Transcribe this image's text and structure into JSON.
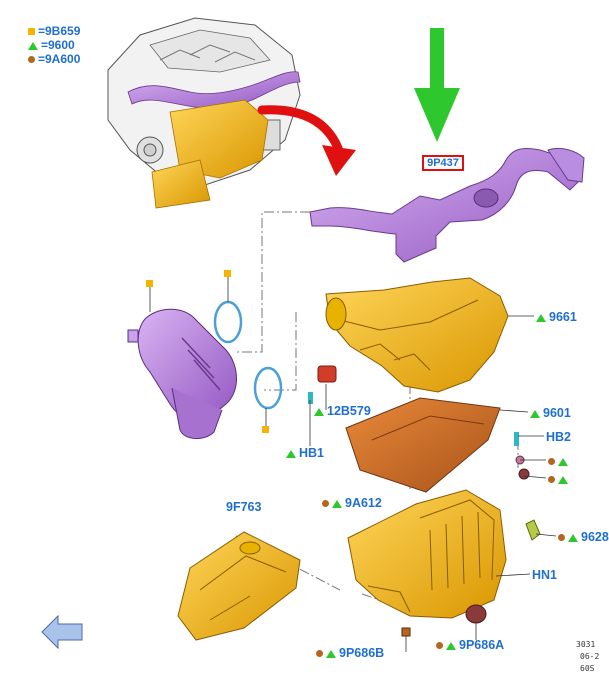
{
  "legend": [
    {
      "symbol": "square",
      "color": "#f6b400",
      "text": "=9B659"
    },
    {
      "symbol": "triangle",
      "color": "#2ec82e",
      "text": "=9600"
    },
    {
      "symbol": "circle",
      "color": "#b5651d",
      "text": "=9A600"
    }
  ],
  "highlighted_part": "9P437",
  "labels": {
    "p9661": "9661",
    "p12b579": "12B579",
    "hb1": "HB1",
    "p9601": "9601",
    "hb2": "HB2",
    "p9a612": "9A612",
    "p9f763": "9F763",
    "p9628": "9628",
    "hn1": "HN1",
    "p9p686a": "9P686A",
    "p9p686b": "9P686B"
  },
  "ref_codes": [
    "3031",
    "06-2",
    "60S"
  ],
  "colors": {
    "label_blue": "#1f6fd0",
    "part_yellow": "#f6b400",
    "part_purple": "#b07ad6",
    "filter_orange": "#c8681e",
    "arrow_green": "#2ec82e",
    "arrow_red": "#e01010",
    "highlight_box": "#e01010"
  }
}
